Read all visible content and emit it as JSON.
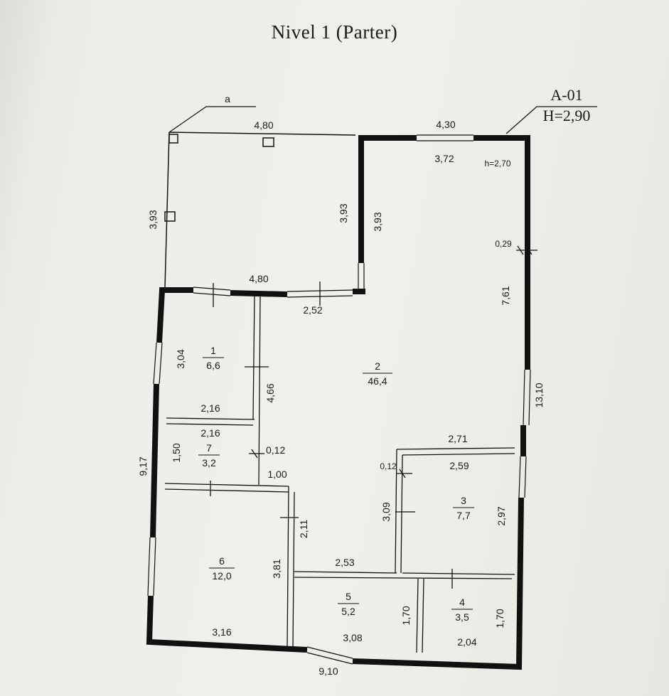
{
  "title": "Nivel 1 (Parter)",
  "section_mark": "a",
  "marker": {
    "code": "A-01",
    "height": "H=2,90"
  },
  "ceiling_height": "h=2,70",
  "rooms": [
    {
      "number": "1",
      "area": "6,6"
    },
    {
      "number": "2",
      "area": "46,4"
    },
    {
      "number": "3",
      "area": "7,7"
    },
    {
      "number": "4",
      "area": "3,5"
    },
    {
      "number": "5",
      "area": "5,2"
    },
    {
      "number": "6",
      "area": "12,0"
    },
    {
      "number": "7",
      "area": "3,2"
    }
  ],
  "dimensions": {
    "terrace_top": "4,80",
    "terrace_left": "3,93",
    "terrace_right": "3,93",
    "hall_left": "3,93",
    "top_opening": "4,30",
    "top_inner": "3,72",
    "terrace_bottom": "4,80",
    "d_252": "2,52",
    "wall_029": "0,29",
    "right_761": "7,61",
    "right_total": "13,10",
    "room1_h": "3,04",
    "room1_part": "4,66",
    "room1_w": "2,16",
    "room7_w": "2,16",
    "room7_h": "1,50",
    "wall_012_a": "0,12",
    "d_100": "1,00",
    "left_total": "9,17",
    "room3_top": "2,71",
    "wall_012_b": "0,12",
    "room3_w": "2,59",
    "room3_h": "3,09",
    "room3_right": "2,97",
    "corr_h": "2,11",
    "room6_h": "3,81",
    "room5_top": "2,53",
    "room5_h": "1,70",
    "room4_h": "1,70",
    "room6_w": "3,16",
    "room5_w": "3,08",
    "room4_w": "2,04",
    "bottom_total": "9,10"
  }
}
